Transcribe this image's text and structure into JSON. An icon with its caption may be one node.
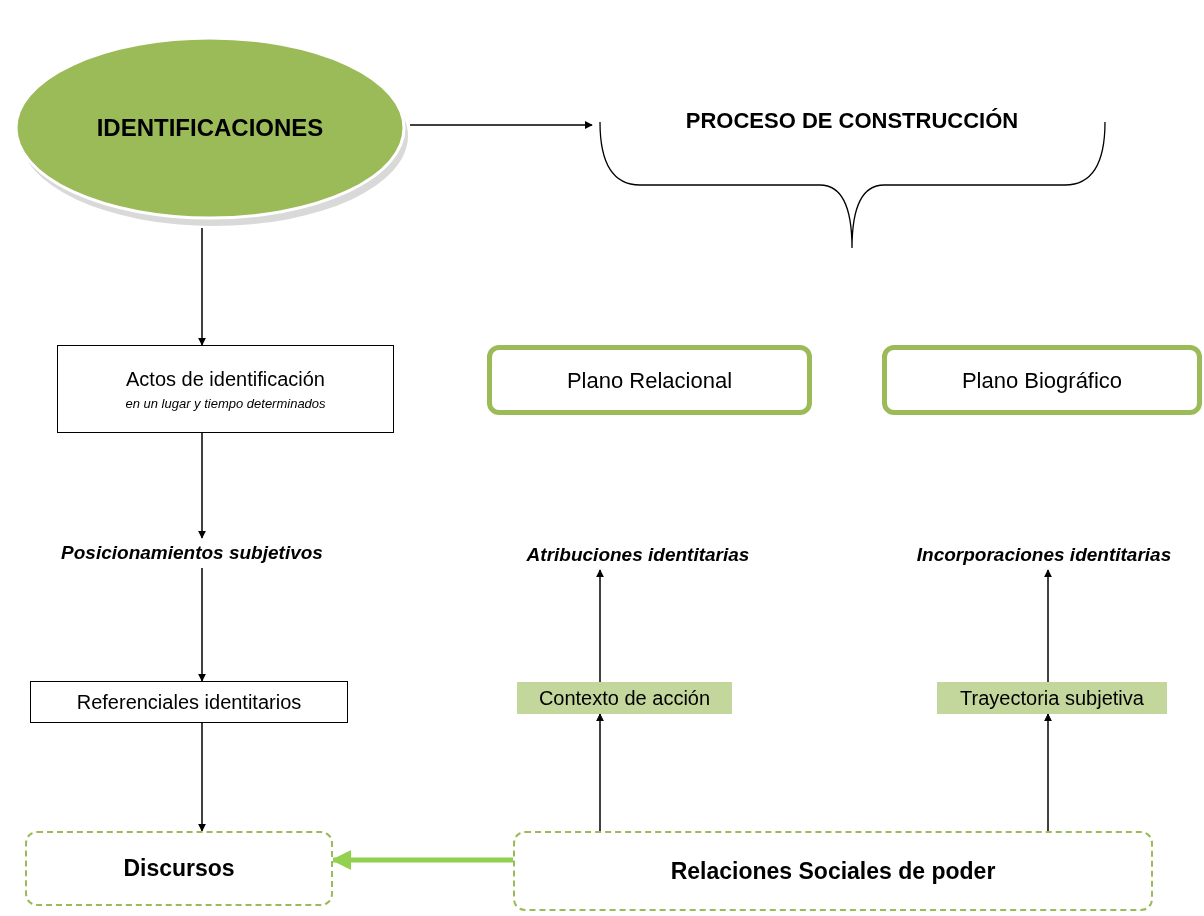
{
  "diagram": {
    "nodes": [
      {
        "text": [
          "IDENTIFICACIONES"
        ]
      },
      {
        "text": [
          "PROCESO DE CONSTRUCCIÓN"
        ]
      },
      {
        "text": [
          "Actos de identificación",
          "en un lugar y tiempo determinados"
        ]
      },
      {
        "text": [
          "Plano Relacional"
        ]
      },
      {
        "text": [
          "Plano Biográfico"
        ]
      },
      {
        "text": [
          "Posicionamientos subjetivos"
        ]
      },
      {
        "text": [
          "Atribuciones identitarias"
        ]
      },
      {
        "text": [
          "Incorporaciones identitarias"
        ]
      },
      {
        "text": [
          "Referenciales identitarios"
        ]
      },
      {
        "text": [
          "Contexto de acción"
        ]
      },
      {
        "text": [
          "Trayectoria subjetiva"
        ]
      },
      {
        "text": [
          "Discursos"
        ]
      },
      {
        "text": [
          "Relaciones Sociales de poder"
        ]
      }
    ],
    "edges": [
      {
        "from": 0,
        "to": 1,
        "arrow": "to"
      },
      {
        "from": 0,
        "to": 2,
        "arrow": "to"
      },
      {
        "from": 2,
        "to": 5,
        "arrow": "to"
      },
      {
        "from": 5,
        "to": 8,
        "arrow": "to"
      },
      {
        "from": 8,
        "to": 11,
        "arrow": "to"
      },
      {
        "from": 9,
        "to": 6,
        "arrow": "to"
      },
      {
        "from": 12,
        "to": 9,
        "arrow": "to"
      },
      {
        "from": 10,
        "to": 7,
        "arrow": "to"
      },
      {
        "from": 12,
        "to": 10,
        "arrow": "to"
      },
      {
        "from": 12,
        "to": 11,
        "arrow": "to",
        "style": "thick",
        "color": "#92d050"
      }
    ]
  }
}
